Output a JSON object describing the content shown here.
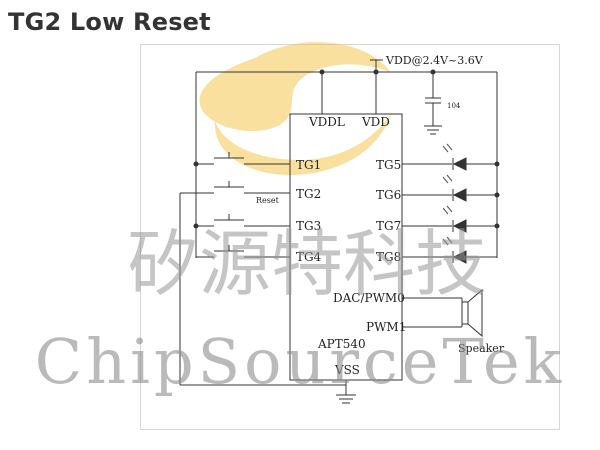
{
  "page": {
    "title": "TG2 Low Reset"
  },
  "schematic": {
    "supply_label": "VDD@2.4V~3.6V",
    "capacitor_label": "104",
    "chip_name": "APT540",
    "pins": {
      "vddl": "VDDL",
      "vdd": "VDD",
      "vss": "VSS",
      "tg1": "TG1",
      "tg2": "TG2",
      "tg3": "TG3",
      "tg4": "TG4",
      "tg5": "TG5",
      "tg6": "TG6",
      "tg7": "TG7",
      "tg8": "TG8",
      "dac": "DAC/PWM0",
      "pwm": "PWM1"
    },
    "reset_label": "Reset",
    "speaker_label": "Speaker"
  },
  "watermark": {
    "chinese": "矽源特科技",
    "english": "ChipSourceTek",
    "logo_color": "#f5c242"
  }
}
